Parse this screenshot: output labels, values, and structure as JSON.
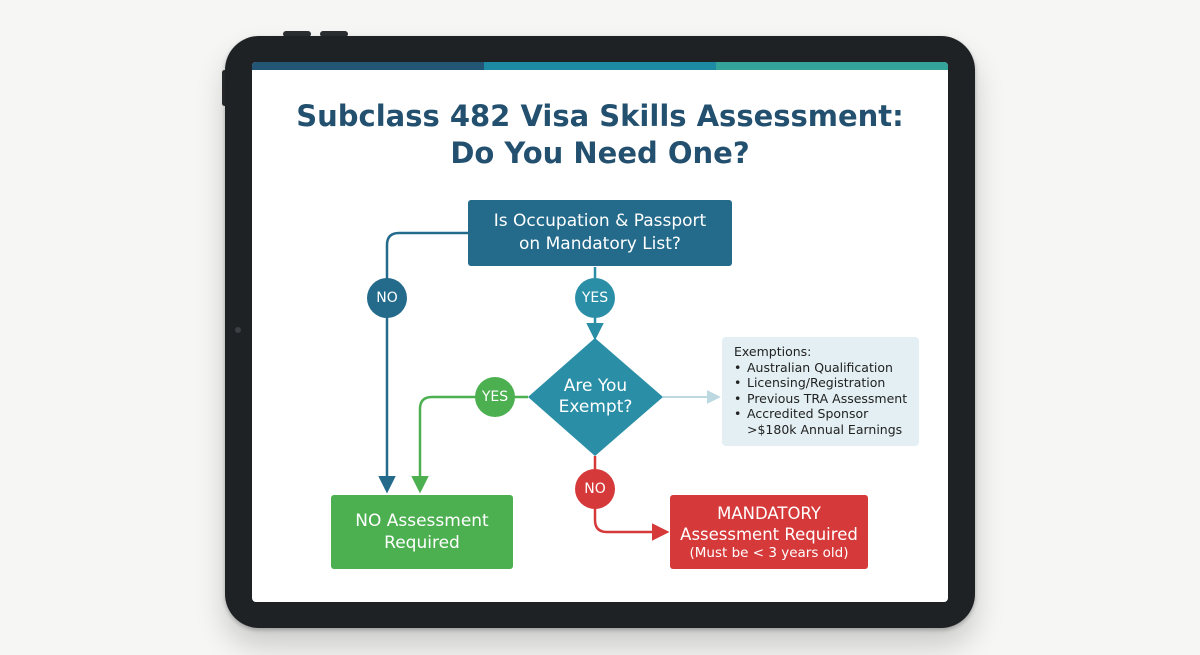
{
  "title": {
    "line1": "Subclass 482 Visa Skills Assessment:",
    "line2": "Do You Need One?"
  },
  "colors": {
    "dark_teal": "#236a8b",
    "teal": "#2a8fa6",
    "green": "#4caf50",
    "red": "#d6393a",
    "accent_1": "#235574",
    "accent_2": "#1c8ba3",
    "accent_3": "#34a39a"
  },
  "nodes": {
    "question1": {
      "line1": "Is Occupation & Passport",
      "line2": "on Mandatory List?"
    },
    "question2": {
      "line1": "Are You",
      "line2": "Exempt?"
    },
    "no_assessment": {
      "line1": "NO Assessment",
      "line2": "Required"
    },
    "mandatory": {
      "line1": "MANDATORY",
      "line2": "Assessment Required",
      "line3": "(Must be < 3 years old)"
    }
  },
  "labels": {
    "no_left": "NO",
    "yes_top": "YES",
    "yes_left": "YES",
    "no_bottom": "NO"
  },
  "exemptions": {
    "heading": "Exemptions:",
    "items": [
      "Australian Qualification",
      "Licensing/Registration",
      "Previous TRA Assessment",
      "Accredited Sponsor"
    ],
    "item4_cont": ">$180k Annual Earnings"
  }
}
